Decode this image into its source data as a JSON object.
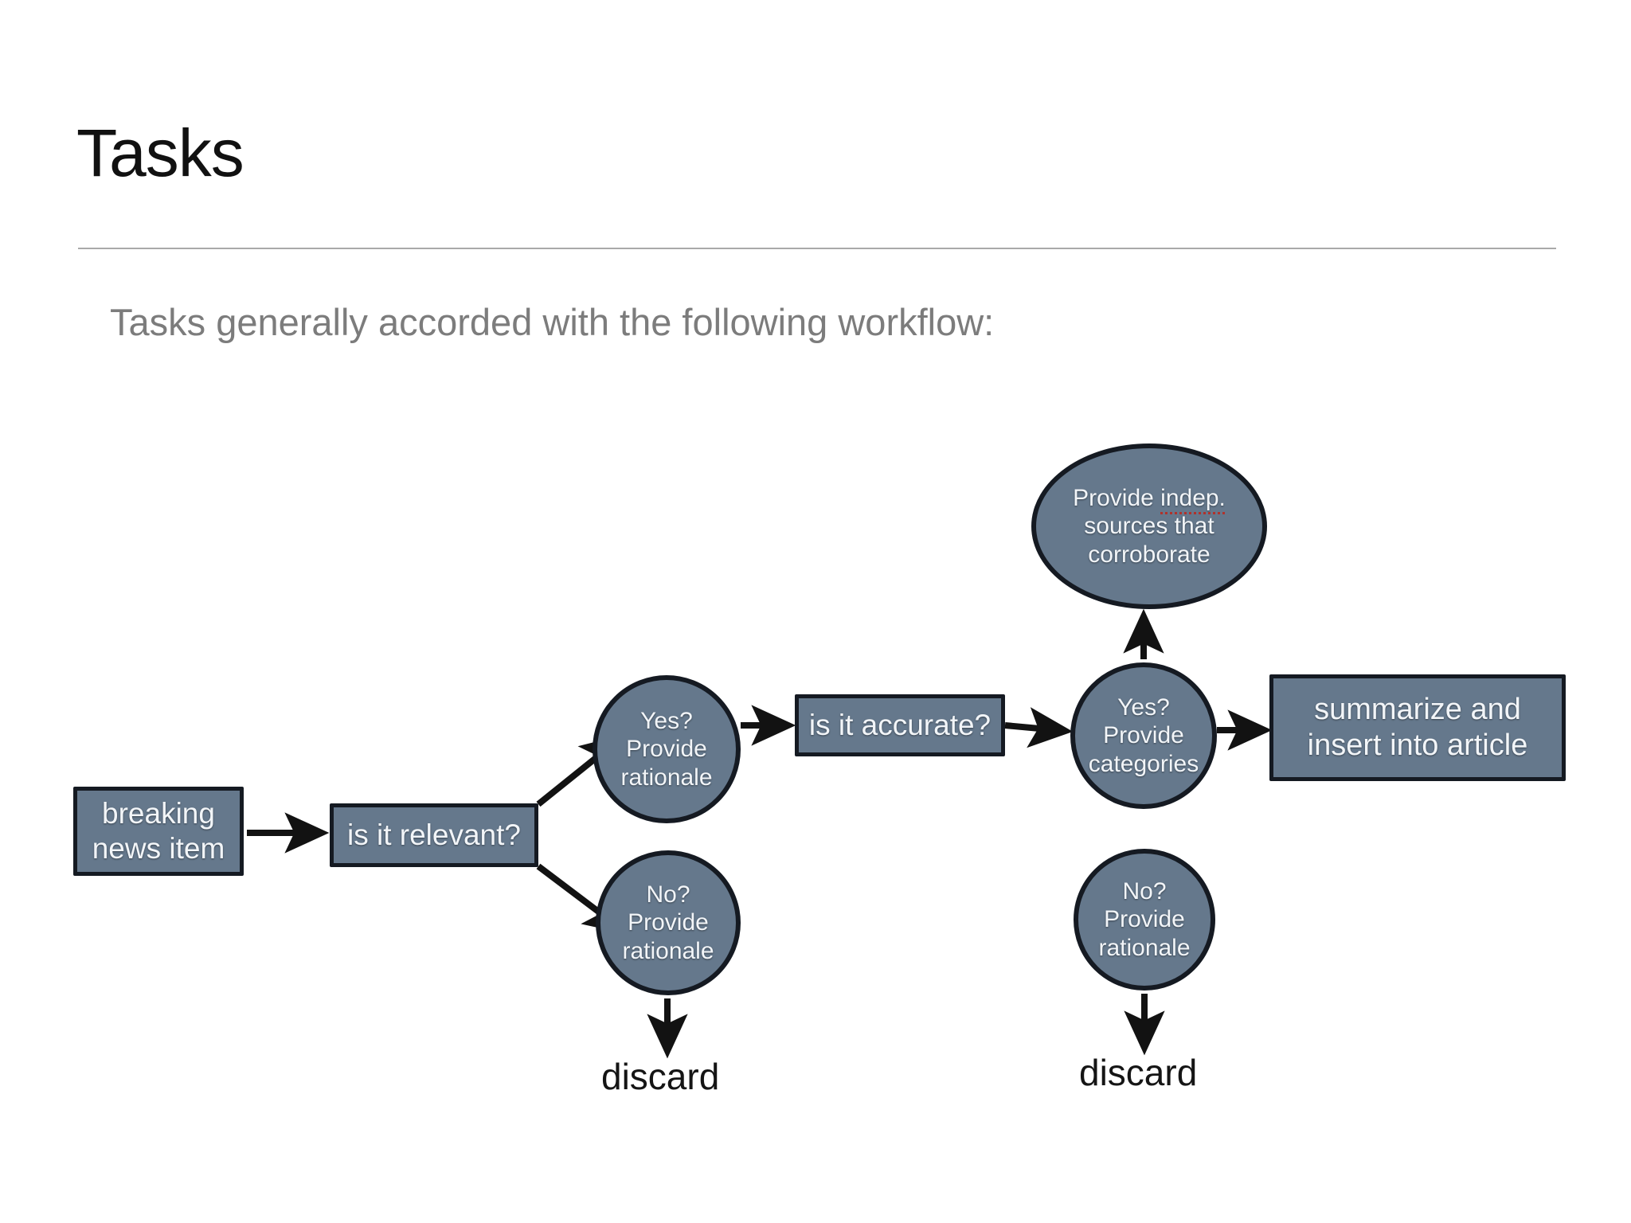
{
  "slide": {
    "title": "Tasks",
    "subtitle": "Tasks generally accorded with the following workflow:",
    "rule_color": "#a9a9a9",
    "subtitle_color": "#7c7c7c",
    "title_color": "#111111"
  },
  "diagram": {
    "node_fill": "#65788c",
    "node_border": "#151a22",
    "node_text_color": "#f2f5f8",
    "arrow_color": "#121212",
    "spellcheck_underline_color": "#b0322c",
    "nodes": {
      "breaking_news": {
        "shape": "rect",
        "line1": "breaking",
        "line2": "news item"
      },
      "is_relevant": {
        "shape": "rect",
        "label": "is it relevant?"
      },
      "yes_rationale": {
        "shape": "circle",
        "line1": "Yes?",
        "line2": "Provide",
        "line3": "rationale"
      },
      "no_rationale_1": {
        "shape": "circle",
        "line1": "No?",
        "line2": "Provide",
        "line3": "rationale"
      },
      "is_accurate": {
        "shape": "rect",
        "label": "is it accurate?"
      },
      "yes_categories": {
        "shape": "circle",
        "line1": "Yes?",
        "line2": "Provide",
        "line3": "categories"
      },
      "no_rationale_2": {
        "shape": "circle",
        "line1": "No?",
        "line2": "Provide",
        "line3": "rationale"
      },
      "provide_sources": {
        "shape": "ellipse",
        "line1": "Provide ",
        "line1_misspelled": "indep.",
        "line2": "sources that",
        "line3": "corroborate"
      },
      "summarize": {
        "shape": "rect",
        "line1": "summarize and",
        "line2": "insert into article"
      }
    },
    "terminals": {
      "discard_left": "discard",
      "discard_right": "discard"
    },
    "edges": [
      {
        "from": "breaking_news",
        "to": "is_relevant",
        "label": ""
      },
      {
        "from": "is_relevant",
        "to": "yes_rationale",
        "label": ""
      },
      {
        "from": "is_relevant",
        "to": "no_rationale_1",
        "label": ""
      },
      {
        "from": "yes_rationale",
        "to": "is_accurate",
        "label": ""
      },
      {
        "from": "is_accurate",
        "to": "yes_categories",
        "label": ""
      },
      {
        "from": "yes_categories",
        "to": "provide_sources",
        "label": ""
      },
      {
        "from": "yes_categories",
        "to": "summarize",
        "label": ""
      },
      {
        "from": "no_rationale_1",
        "to": "discard_left",
        "label": ""
      },
      {
        "from": "no_rationale_2",
        "to": "discard_right",
        "label": ""
      }
    ]
  }
}
